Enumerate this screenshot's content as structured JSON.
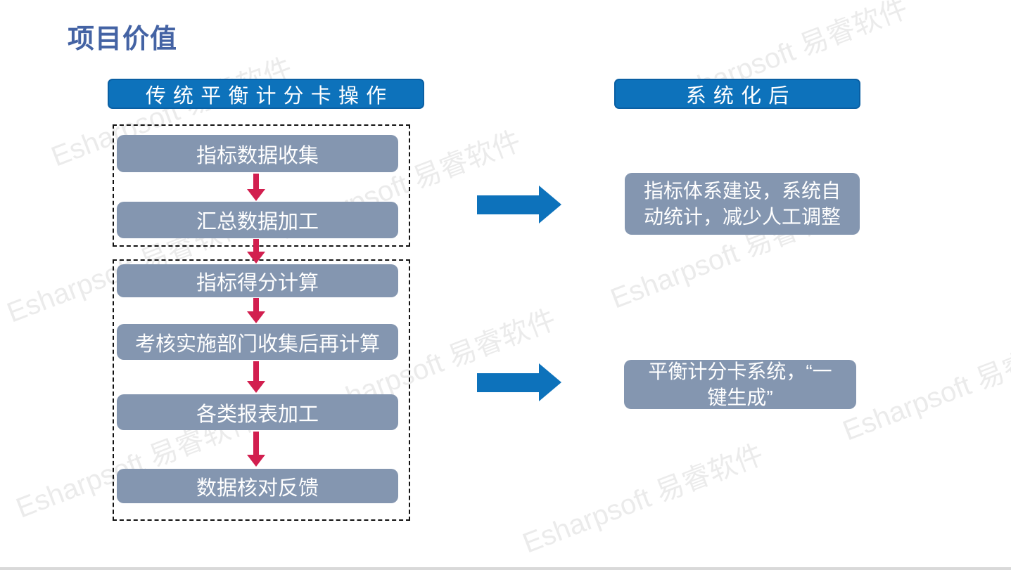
{
  "slide": {
    "title": "项目价值",
    "left_column": {
      "header": "传统平衡计分卡操作",
      "groups": [
        {
          "steps": [
            "指标数据收集",
            "汇总数据加工"
          ]
        },
        {
          "steps": [
            "指标得分计算",
            "考核实施部门收集后再计算",
            "各类报表加工",
            "数据核对反馈"
          ]
        }
      ]
    },
    "right_column": {
      "header": "系统化后",
      "results": [
        {
          "lines": [
            "指标体系建设，系统自",
            "动统计，减少人工调整"
          ]
        },
        {
          "lines": [
            "平衡计分卡系统，“一",
            "键生成”"
          ]
        }
      ]
    },
    "watermark": {
      "text": "Esharpsoft 易睿软件"
    },
    "colors": {
      "header-blue": "#0d72bb",
      "box-gray": "#8496b0",
      "arrow-red": "#d21f4f",
      "arrow-blue": "#0d72bb",
      "title-color": "#4463a4",
      "bottom-bar": "#d9d9d9"
    }
  }
}
